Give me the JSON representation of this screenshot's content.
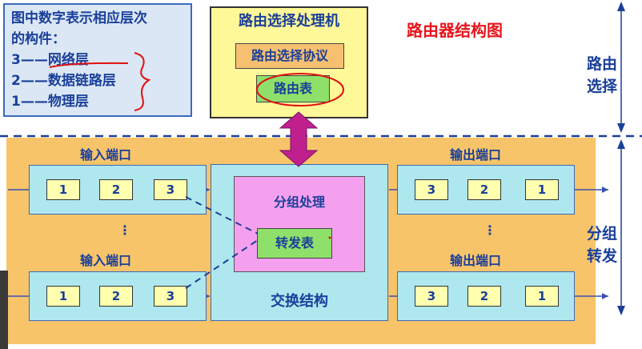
{
  "legend": {
    "line1": "图中数字表示相应层次",
    "line2": "的构件：",
    "items": [
      "3——网络层",
      "2——数据链路层",
      "1——物理层"
    ]
  },
  "router_processor": {
    "title": "路由选择处理机",
    "protocol": "路由选择协议",
    "routing_table": "路由表"
  },
  "diagram_title": "路由器结构图",
  "side_labels": {
    "routing": "路由\n选择",
    "forwarding": "分组\n转发"
  },
  "input_ports": [
    {
      "label": "输入端口",
      "cells": [
        "1",
        "2",
        "3"
      ]
    },
    {
      "label": "输入端口",
      "cells": [
        "1",
        "2",
        "3"
      ]
    }
  ],
  "output_ports": [
    {
      "label": "输出端口",
      "cells": [
        "3",
        "2",
        "1"
      ]
    },
    {
      "label": "输出端口",
      "cells": [
        "3",
        "2",
        "1"
      ]
    }
  ],
  "ellipsis": "⋮",
  "switch_fabric": {
    "label": "交换结构",
    "group_processing": "分组处理",
    "forwarding_table": "转发表"
  },
  "colors": {
    "text_blue": "#1a3f9a",
    "title_red": "#e8141c",
    "arrow_magenta": "#c0208e",
    "annotation_red": "#e01010",
    "forward_bg": "#f7c46a"
  }
}
